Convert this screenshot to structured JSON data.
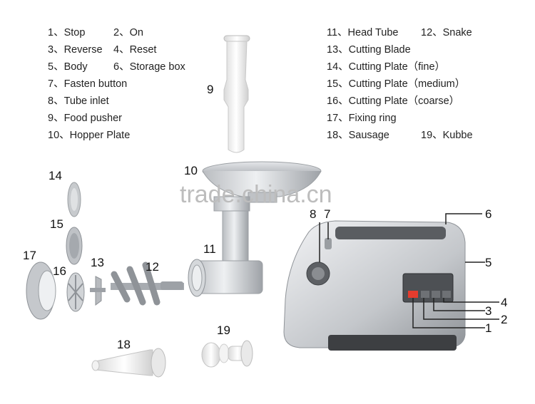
{
  "legend_left": [
    [
      "1、Stop",
      "2、On"
    ],
    [
      "3、Reverse",
      "4、Reset"
    ],
    [
      "5、Body",
      "6、Storage box"
    ],
    [
      "7、Fasten button"
    ],
    [
      "8、Tube inlet"
    ],
    [
      "9、Food pusher"
    ],
    [
      "10、Hopper Plate"
    ]
  ],
  "legend_right": [
    [
      "11、Head Tube",
      "12、Snake"
    ],
    [
      "13、Cutting Blade"
    ],
    [
      "14、Cutting Plate（fine）"
    ],
    [
      "15、Cutting Plate（medium）"
    ],
    [
      "16、Cutting Plate（coarse）"
    ],
    [
      "17、Fixing ring"
    ],
    [
      "18、Sausage",
      "19、Kubbe"
    ]
  ],
  "callouts": {
    "n1": "1",
    "n2": "2",
    "n3": "3",
    "n4": "4",
    "n5": "5",
    "n6": "6",
    "n7": "7",
    "n8": "8",
    "n9": "9",
    "n10": "10",
    "n11": "11",
    "n12": "12",
    "n13": "13",
    "n14": "14",
    "n15": "15",
    "n16": "16",
    "n17": "17",
    "n18": "18",
    "n19": "19"
  },
  "watermark": "trade.china.cn"
}
